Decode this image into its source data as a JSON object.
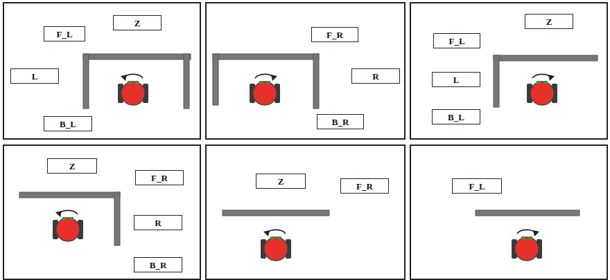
{
  "diagram": {
    "nodes": [
      {
        "text": [
          "Z"
        ]
      },
      {
        "text": [
          "F_L"
        ]
      },
      {
        "text": [
          "L"
        ]
      },
      {
        "text": [
          "B_L"
        ]
      },
      {
        "text": [
          "F_R"
        ]
      },
      {
        "text": [
          "R"
        ]
      },
      {
        "text": [
          "B_R"
        ]
      },
      {
        "text": [
          "Z"
        ]
      },
      {
        "text": [
          "F_L"
        ]
      },
      {
        "text": [
          "L"
        ]
      },
      {
        "text": [
          "B_L"
        ]
      },
      {
        "text": [
          "Z"
        ]
      },
      {
        "text": [
          "F_R"
        ]
      },
      {
        "text": [
          "R"
        ]
      },
      {
        "text": [
          "B_R"
        ]
      },
      {
        "text": [
          "Z"
        ]
      },
      {
        "text": [
          "F_R"
        ]
      },
      {
        "text": [
          "F_L"
        ]
      }
    ]
  }
}
